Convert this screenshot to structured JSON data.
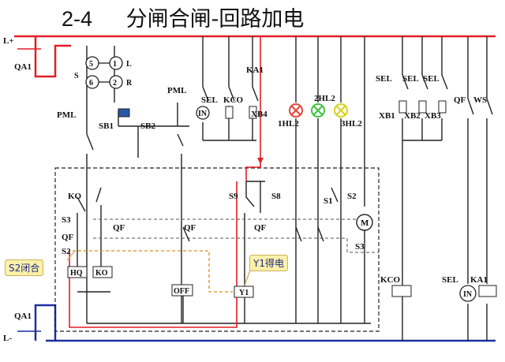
{
  "title": {
    "number": "2-4",
    "text": "分闸合闸-回路加电"
  },
  "bus": {
    "positive": "L+",
    "negative": "L-"
  },
  "breakers": {
    "top": "QA1",
    "bottom": "QA1"
  },
  "meter": {
    "terminals": [
      "5",
      "1",
      "6",
      "2"
    ],
    "letters": [
      "S",
      "L",
      "R"
    ]
  },
  "labels": {
    "pml_left": "PML",
    "pml_right": "PML",
    "sb1": "SB1",
    "sb2": "SB2",
    "sel_top": "SEL",
    "kco_top": "KCO",
    "in_top": "IN",
    "ka1_top": "KA1",
    "xb4": "XB4",
    "hl2_1": "1HL2",
    "hl2_2": "2HL2",
    "hl2_3": "3HL2",
    "ko": "KO",
    "s3": "S3",
    "qf_left": "QF",
    "s2": "S2",
    "qf_mid": "QF",
    "qf_mid2": "QF",
    "qf_inner": "QF",
    "s9": "S9",
    "s8": "S8",
    "s1": "S1",
    "s2_right": "S2",
    "s3_right": "S3",
    "motor": "M",
    "hq": "HQ",
    "ko_box": "KO",
    "off": "OFF",
    "y1": "Y1",
    "sel_r1": "SEL",
    "sel_r2": "SEL",
    "sel_r3": "SEL",
    "qf_r": "QF",
    "ws": "WS",
    "xb1": "XB1",
    "xb2": "XB2",
    "xb3": "XB3",
    "kco_bottom": "KCO",
    "sel_bottom": "SEL",
    "in_bottom": "IN",
    "ka1_bottom": "KA1"
  },
  "callouts": {
    "s2_closed": "S2闭合",
    "y1_energized": "Y1得电"
  },
  "colors": {
    "bus_positive": "#e21f26",
    "bus_negative": "#1f2f9e",
    "path_highlight": "#e21f26",
    "callout_fill": "#fdf0a8",
    "dash_orange": "#e28a1c",
    "lamp_red": "#e8463a",
    "lamp_green": "#3fc33f",
    "lamp_yellow": "#d8d21a"
  }
}
